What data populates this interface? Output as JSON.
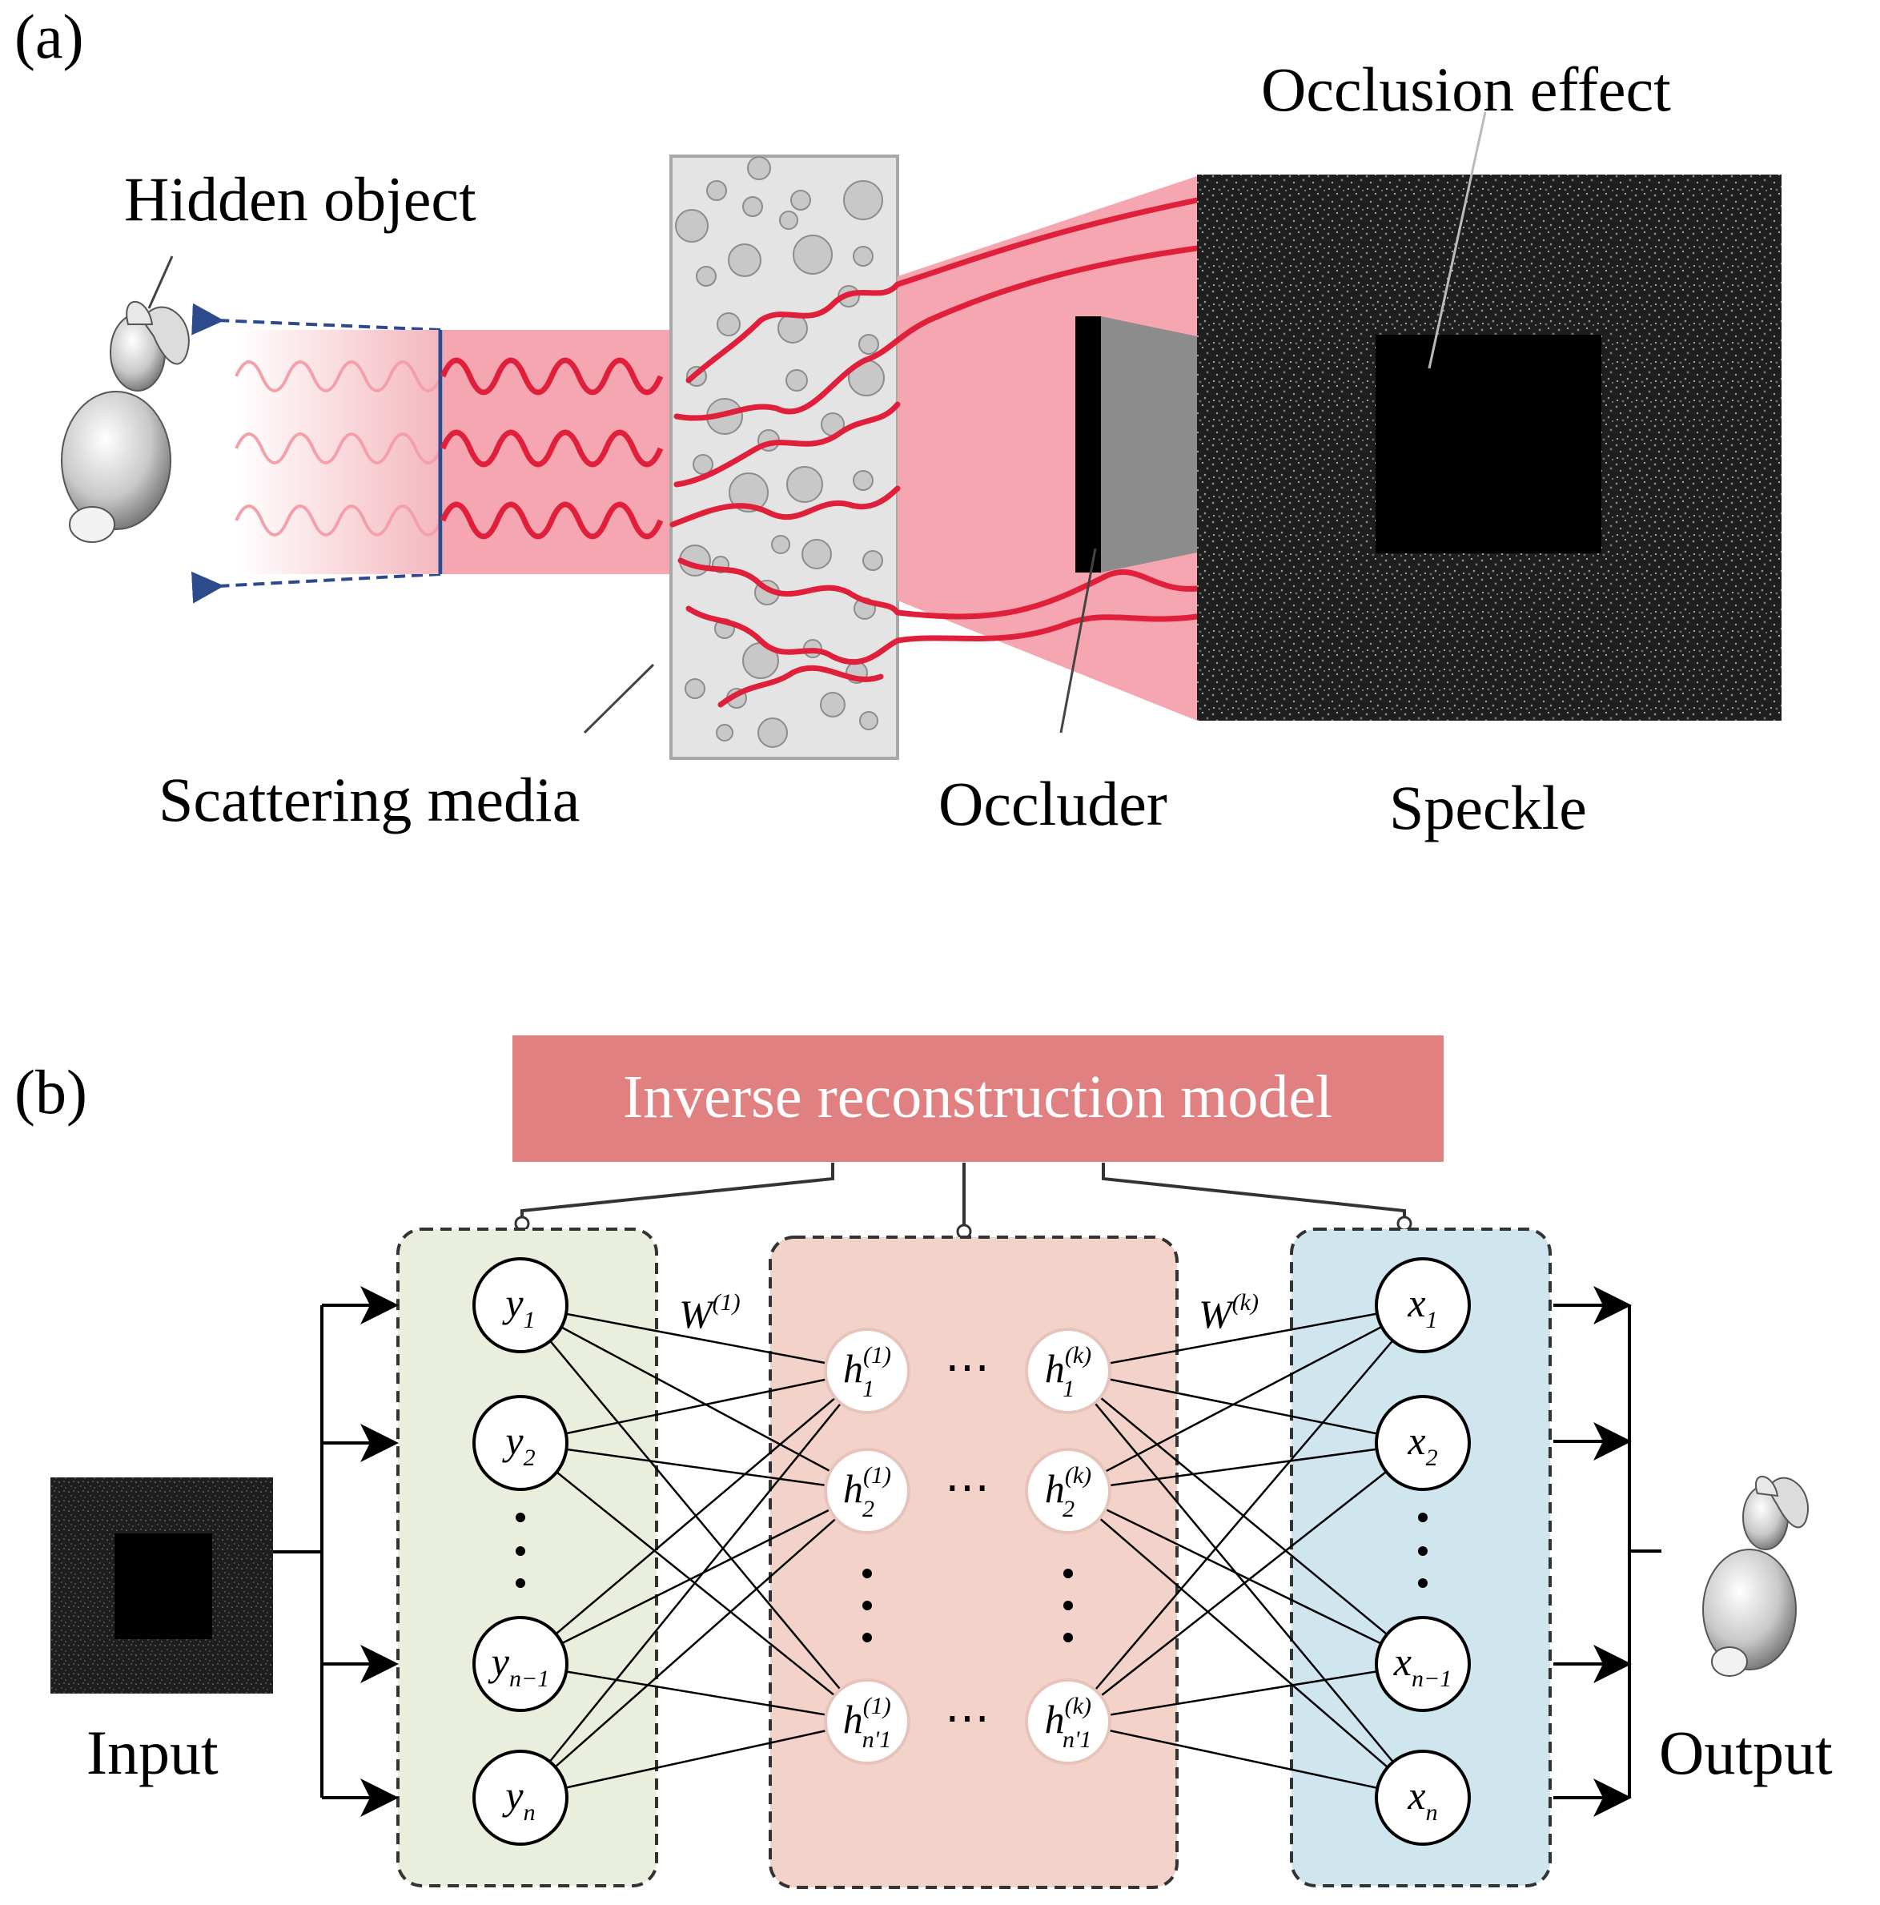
{
  "panel_a": {
    "label": "(a)",
    "hidden_object": "Hidden object",
    "occlusion_effect": "Occlusion effect",
    "scattering_media": "Scattering media",
    "occluder": "Occluder",
    "speckle": "Speckle"
  },
  "panel_b": {
    "label": "(b)",
    "model_title": "Inverse reconstruction model",
    "input_label": "Input",
    "output_label": "Output",
    "weight_first": "W",
    "weight_first_sup": "(1)",
    "weight_last": "W",
    "weight_last_sup": "(k)",
    "input_nodes": [
      {
        "base": "y",
        "sub": "1"
      },
      {
        "base": "y",
        "sub": "2"
      },
      {
        "base": "y",
        "sub": "n−1"
      },
      {
        "base": "y",
        "sub": "n"
      }
    ],
    "hidden_first": [
      {
        "base": "h",
        "sub": "1",
        "sup": "(1)"
      },
      {
        "base": "h",
        "sub": "2",
        "sup": "(1)"
      },
      {
        "base": "h",
        "sub": "n'1",
        "sup": "(1)"
      }
    ],
    "hidden_last": [
      {
        "base": "h",
        "sub": "1",
        "sup": "(k)"
      },
      {
        "base": "h",
        "sub": "2",
        "sup": "(k)"
      },
      {
        "base": "h",
        "sub": "n'1",
        "sup": "(k)"
      }
    ],
    "output_nodes": [
      {
        "base": "x",
        "sub": "1"
      },
      {
        "base": "x",
        "sub": "2"
      },
      {
        "base": "x",
        "sub": "n−1"
      },
      {
        "base": "x",
        "sub": "n"
      }
    ],
    "ellipsis": "⋯"
  },
  "colors": {
    "beam": "#f4a3ad",
    "beam_wave": "#e0203a",
    "model_box": "#e08080",
    "input_layer": "#e9efdc",
    "hidden_layer": "#f3d2c9",
    "output_layer": "#cfe6ee",
    "media": "#e4e4e4",
    "speckle": "#2a2a2a"
  }
}
